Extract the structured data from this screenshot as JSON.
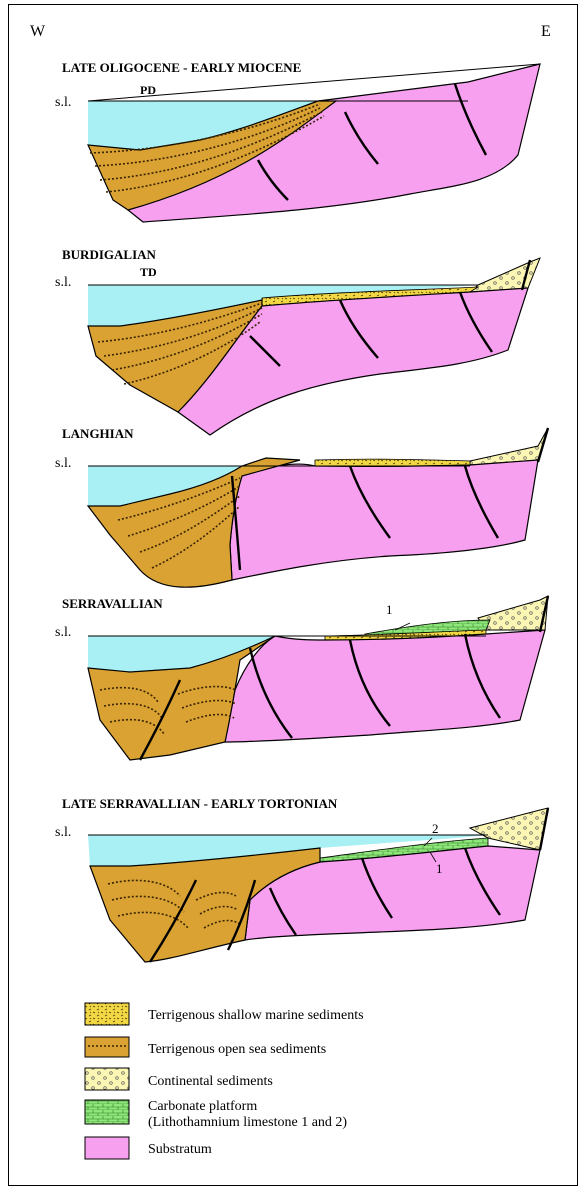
{
  "orientation": {
    "west": "W",
    "east": "E"
  },
  "sea_level_label": "s.l.",
  "colors": {
    "sea": "#a9f0f4",
    "open_sea": "#d9a233",
    "substratum": "#f7a0f0",
    "continental": "#fbf6b4",
    "shallow_marine": "#f2d845",
    "carbonate": "#8fe67a"
  },
  "panels": [
    {
      "title": "LATE OLIGOCENE - EARLY MIOCENE",
      "tag": "PD"
    },
    {
      "title": "BURDIGALIAN",
      "tag": "TD"
    },
    {
      "title": "LANGHIAN"
    },
    {
      "title": "SERRAVALLIAN",
      "markers": [
        "1"
      ]
    },
    {
      "title": "LATE SERRAVALLIAN - EARLY TORTONIAN",
      "markers": [
        "2",
        "1"
      ]
    }
  ],
  "legend": [
    {
      "label": "Terrigenous shallow marine sediments",
      "pattern": "shallow-marine"
    },
    {
      "label": "Terrigenous open sea sediments",
      "pattern": "open-sea"
    },
    {
      "label": "Continental sediments",
      "pattern": "continental"
    },
    {
      "label": "Carbonate platform",
      "label2": "(Lithothamnium limestone 1 and 2)",
      "pattern": "carbonate"
    },
    {
      "label": "Substratum",
      "pattern": "substratum"
    }
  ]
}
